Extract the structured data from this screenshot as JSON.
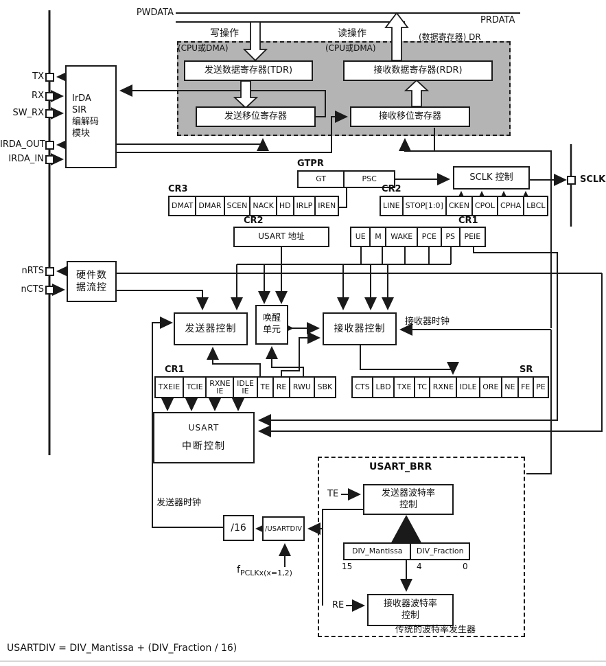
{
  "top": {
    "pwdata": "PWDATA",
    "prdata": "PRDATA",
    "write_op": "写操作",
    "write_src": "(CPU或DMA)",
    "read_op": "读操作",
    "read_src": "(CPU或DMA)",
    "dr_label": "(数据寄存器) DR"
  },
  "pins": {
    "tx": "TX",
    "rx": "RX",
    "sw_rx": "SW_RX",
    "irda_out": "IRDA_OUT",
    "irda_in": "IRDA_IN",
    "nrts": "nRTS",
    "ncts": "nCTS",
    "sclk": "SCLK"
  },
  "blocks": {
    "irda": [
      "IrDA",
      "SIR",
      "编解码",
      "模块"
    ],
    "tdr": "发送数据寄存器(TDR)",
    "rdr": "接收数据寄存器(RDR)",
    "tx_shift": "发送移位寄存器",
    "rx_shift": "接收移位寄存器",
    "hw_flow": [
      "硬件数",
      "据流控"
    ],
    "sclk_ctrl": "SCLK 控制",
    "usart_addr": "USART 地址",
    "tx_ctrl": "发送器控制",
    "wakeup": [
      "唤醒",
      "单元"
    ],
    "rx_ctrl": "接收器控制",
    "rx_clock": "接收器时钟",
    "irq": [
      "USART",
      "中断控制"
    ],
    "tx_clock": "发送器时钟",
    "div16": "/16",
    "divusart": "/USARTDIV",
    "fpclk_main": "f",
    "fpclk_sub": "PCLKx(x=1,2)",
    "brr_title": "USART_BRR",
    "tx_baud": [
      "发送器波特率",
      "控制"
    ],
    "rx_baud": [
      "接收器波特率",
      "控制"
    ],
    "te": "TE",
    "re": "RE",
    "baud_gen": "传统的波特率发生器"
  },
  "registers": {
    "gtpr": {
      "label": "GTPR",
      "cells": [
        "GT",
        "PSC"
      ]
    },
    "cr3": {
      "label": "CR3",
      "cells": [
        "DMAT",
        "DMAR",
        "SCEN",
        "NACK",
        "HD",
        "IRLP",
        "IREN"
      ]
    },
    "cr2_top": {
      "label": "CR2",
      "cells": [
        "LINE",
        "STOP[1:0]",
        "CKEN",
        "CPOL",
        "CPHA",
        "LBCL"
      ]
    },
    "cr2_addr": {
      "label": "CR2"
    },
    "cr1_top": {
      "label": "CR1",
      "cells": [
        "UE",
        "M",
        "WAKE",
        "PCE",
        "PS",
        "PEIE"
      ]
    },
    "cr1_bot": {
      "label": "CR1",
      "cells": [
        "TXEIE",
        "TCIE",
        "RXNE\nIE",
        "IDLE\nIE",
        "TE",
        "RE",
        "RWU",
        "SBK"
      ]
    },
    "sr": {
      "label": "SR",
      "cells": [
        "CTS",
        "LBD",
        "TXE",
        "TC",
        "RXNE",
        "IDLE",
        "ORE",
        "NE",
        "FE",
        "PE"
      ]
    },
    "brr": {
      "cells": [
        "DIV_Mantissa",
        "DIV_Fraction"
      ],
      "ticks": [
        "15",
        "4",
        "0"
      ]
    }
  },
  "formula": "USARTDIV = DIV_Mantissa + (DIV_Fraction / 16)"
}
